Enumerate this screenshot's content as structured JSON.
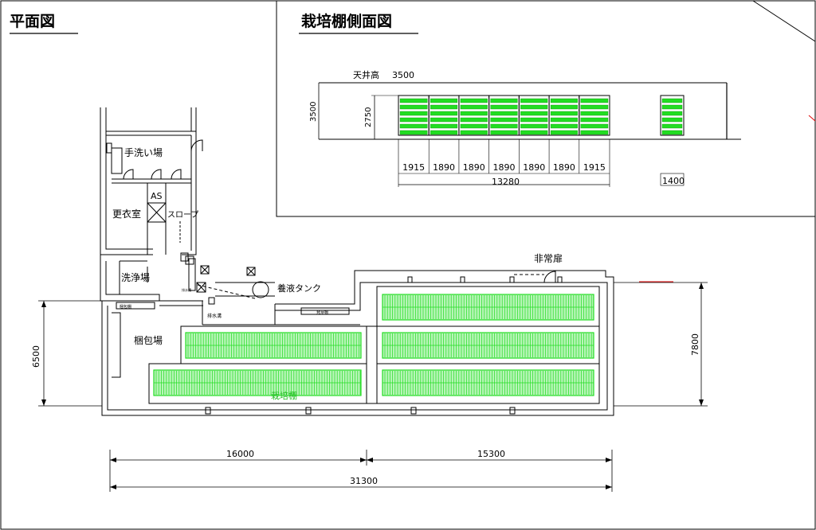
{
  "titles": {
    "plan": "平面図",
    "side": "栽培棚側面図"
  },
  "side_view": {
    "ceiling_label": "天井高",
    "ceiling_height": "3500",
    "room_height": "3500",
    "shelf_height": "2750",
    "bay_widths": [
      "1915",
      "1890",
      "1890",
      "1890",
      "1890",
      "1890",
      "1915"
    ],
    "total_width": "13280",
    "end_depth": "1400"
  },
  "plan_view": {
    "rooms": {
      "handwash": "手洗い場",
      "as": "AS",
      "changing": "更衣室",
      "slope": "スロープ",
      "washing": "洗浄場",
      "nutrient_tank": "養液タンク",
      "packing": "梱包場",
      "emergency_door": "非常扉",
      "cultivation": "栽培棚",
      "packing_table": "梱包棚",
      "drain": "排水溝",
      "germination": "発芽棚",
      "small_label": "排水槽"
    },
    "dims": {
      "left_width": "16000",
      "right_width": "15300",
      "total_width": "31300",
      "left_height": "6500",
      "right_height": "7800"
    }
  },
  "colors": {
    "line": "#000000",
    "shelf_green": "#22dd22",
    "shelf_green_dark": "#0a8f0a",
    "leader_red": "#e00000"
  }
}
